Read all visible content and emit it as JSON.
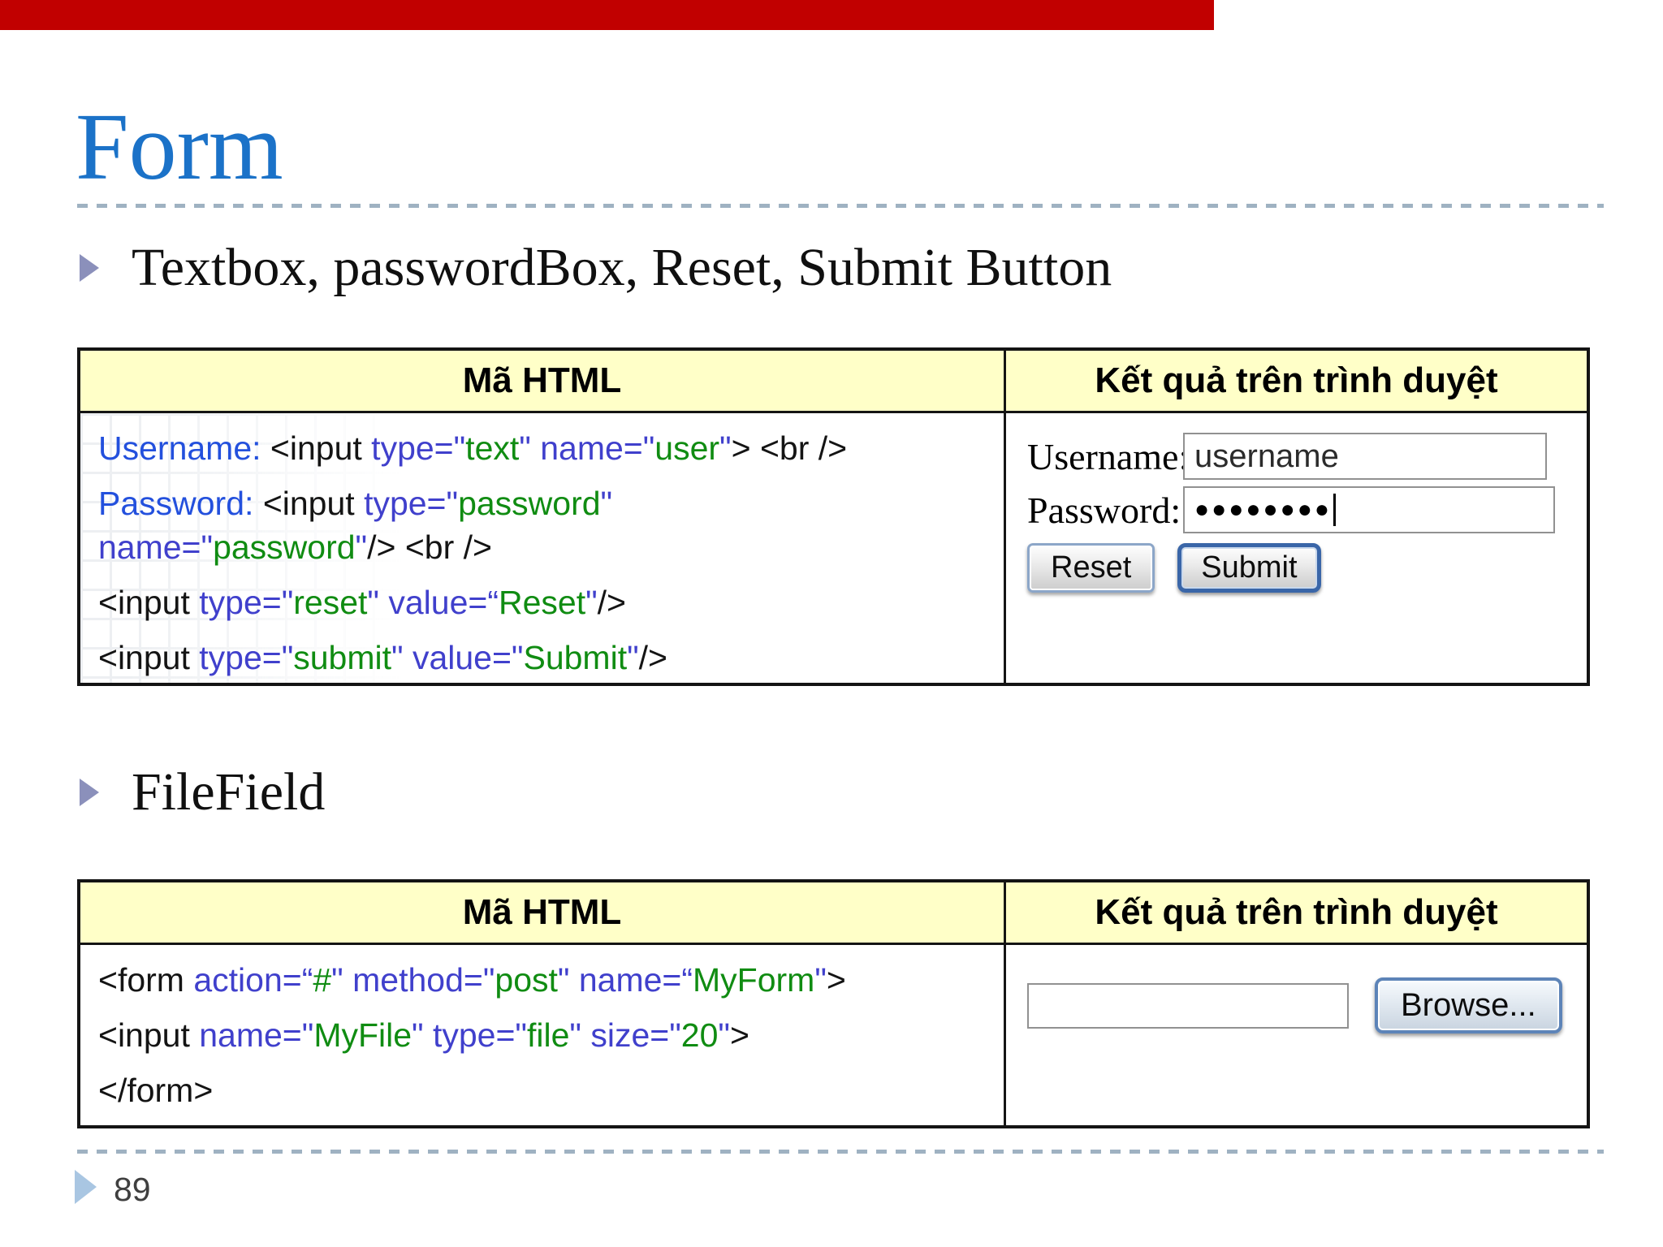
{
  "slide": {
    "title": "Form",
    "page_number": "89"
  },
  "colors": {
    "accent": "#c10000",
    "title_blue": "#1b72c8",
    "header_bg": "#ffffc8",
    "dash": "#9fb2c2",
    "code_label": "#2350dd",
    "code_attr": "#4040cc",
    "code_value": "#108c12"
  },
  "bullets": [
    "Textbox, passwordBox, Reset, Submit Button",
    "FileField"
  ],
  "tables": [
    {
      "headers": [
        "Mã HTML",
        "Kết quả trên trình duyệt"
      ],
      "code": [
        {
          "wrap": false,
          "segments": [
            [
              "label",
              "Username: "
            ],
            [
              "tag",
              "<input "
            ],
            [
              "attr",
              "type=\""
            ],
            [
              "val",
              "text"
            ],
            [
              "attr",
              "\" "
            ],
            [
              "attr",
              "name=\""
            ],
            [
              "val",
              "user"
            ],
            [
              "attr",
              "\""
            ],
            [
              "tag",
              "> <br />"
            ]
          ]
        },
        {
          "wrap": false,
          "segments": [
            [
              "label",
              "Password: "
            ],
            [
              "tag",
              "<input "
            ],
            [
              "attr",
              "type=\""
            ],
            [
              "val",
              "password"
            ],
            [
              "attr",
              "\""
            ]
          ]
        },
        {
          "wrap": true,
          "segments": [
            [
              "attr",
              "name=\""
            ],
            [
              "val",
              "password"
            ],
            [
              "attr",
              "\""
            ],
            [
              "tag",
              "/> <br />"
            ]
          ]
        },
        {
          "wrap": false,
          "segments": [
            [
              "tag",
              "<input "
            ],
            [
              "attr",
              "type=\""
            ],
            [
              "val",
              "reset"
            ],
            [
              "attr",
              "\" "
            ],
            [
              "attr",
              "value=“"
            ],
            [
              "val",
              "Reset"
            ],
            [
              "attr",
              "\""
            ],
            [
              "tag",
              "/>"
            ]
          ]
        },
        {
          "wrap": false,
          "segments": [
            [
              "tag",
              "<input "
            ],
            [
              "attr",
              "type=\""
            ],
            [
              "val",
              "submit"
            ],
            [
              "attr",
              "\" "
            ],
            [
              "attr",
              "value=\""
            ],
            [
              "val",
              "Submit"
            ],
            [
              "attr",
              "\""
            ],
            [
              "tag",
              "/>"
            ]
          ]
        }
      ],
      "result": {
        "username_label": "Username:",
        "username_value": "username",
        "password_label": "Password:",
        "password_value": "●●●●●●●●",
        "reset_label": "Reset",
        "submit_label": "Submit"
      }
    },
    {
      "headers": [
        "Mã HTML",
        "Kết quả trên trình duyệt"
      ],
      "code": [
        {
          "wrap": false,
          "segments": [
            [
              "tag",
              "<form "
            ],
            [
              "attr",
              "action=“"
            ],
            [
              "val",
              "#"
            ],
            [
              "attr",
              "\" "
            ],
            [
              "attr",
              "method=\""
            ],
            [
              "val",
              "post"
            ],
            [
              "attr",
              "\" "
            ],
            [
              "attr",
              "name=“"
            ],
            [
              "val",
              "MyForm"
            ],
            [
              "attr",
              "\""
            ],
            [
              "tag",
              ">"
            ]
          ]
        },
        {
          "wrap": false,
          "segments": [
            [
              "tag",
              "<input "
            ],
            [
              "attr",
              "name=\""
            ],
            [
              "val",
              "MyFile"
            ],
            [
              "attr",
              "\" "
            ],
            [
              "attr",
              "type=\""
            ],
            [
              "val",
              "file"
            ],
            [
              "attr",
              "\" "
            ],
            [
              "attr",
              "size=\""
            ],
            [
              "val",
              "20"
            ],
            [
              "attr",
              "\""
            ],
            [
              "tag",
              ">"
            ]
          ]
        },
        {
          "wrap": false,
          "segments": [
            [
              "tag",
              "</form>"
            ]
          ]
        }
      ],
      "result": {
        "browse_label": "Browse..."
      }
    }
  ]
}
